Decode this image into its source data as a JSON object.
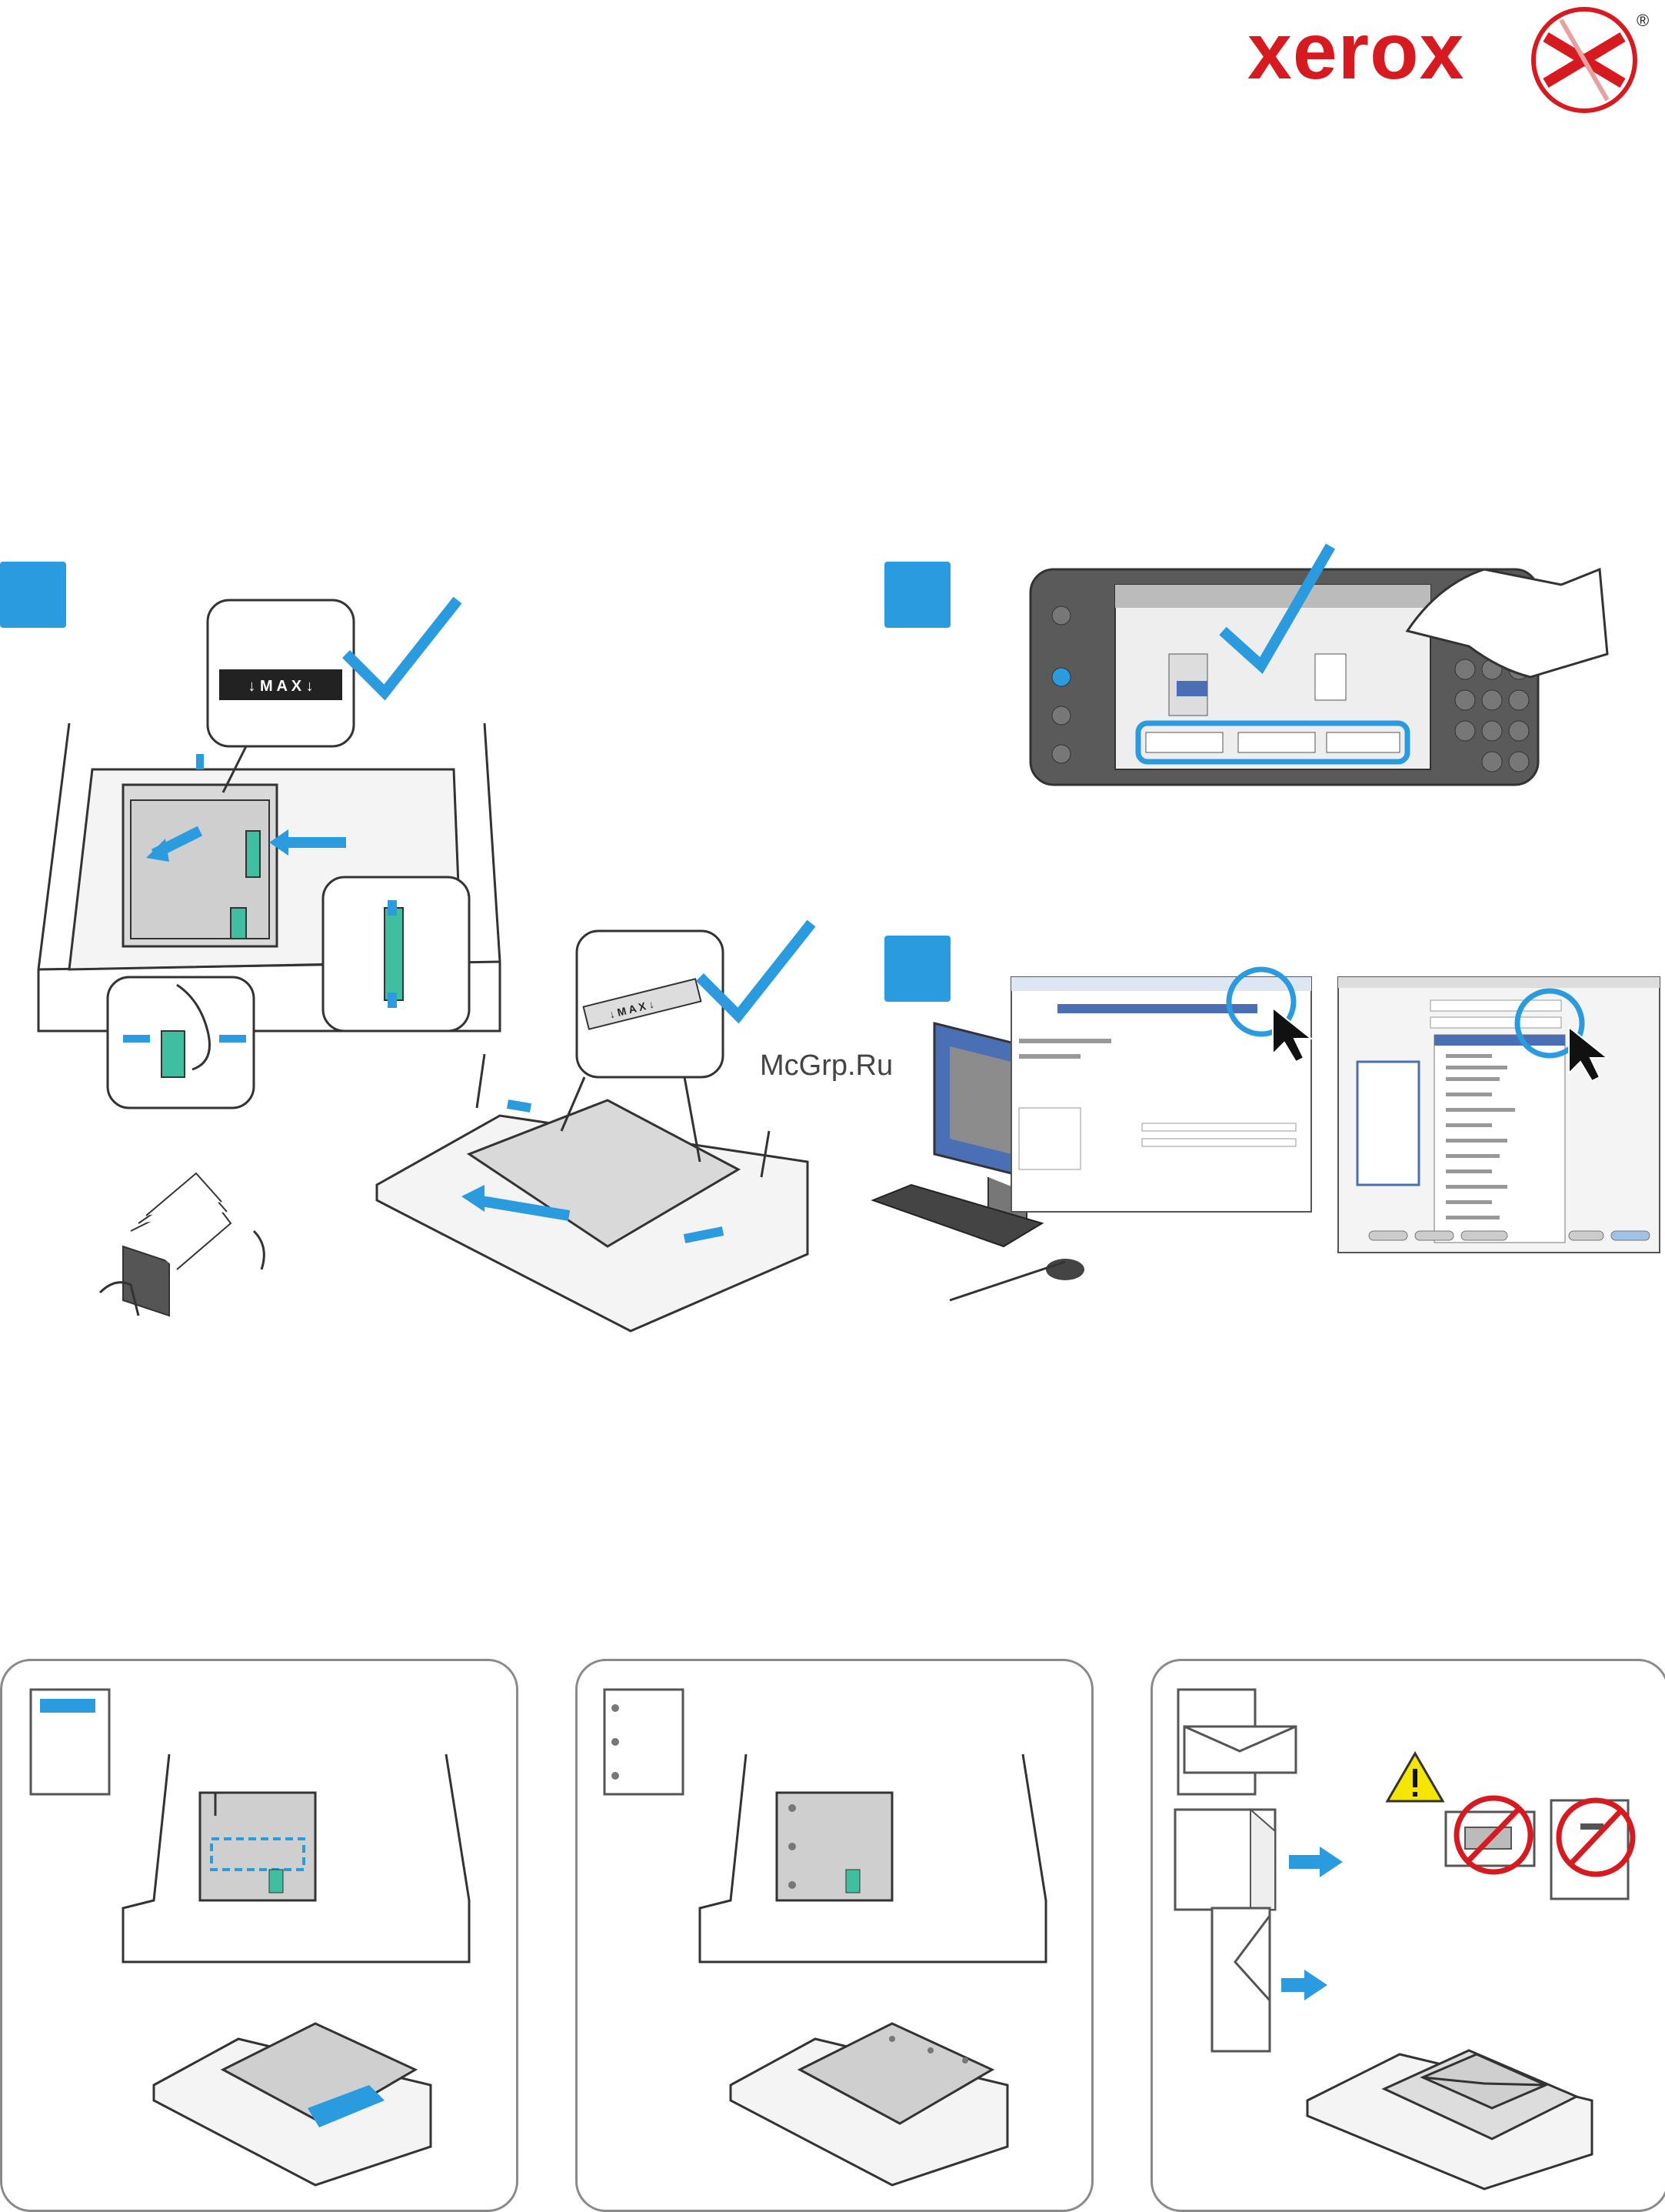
{
  "brand": {
    "name": "xerox",
    "registered_mark": "®",
    "color": "#d71920"
  },
  "accent_color": "#2b9be0",
  "watermark": "McGrp.Ru",
  "step1": {
    "max_label": "↓ M A X ↓",
    "max_label_small": "↓ M A X ↓"
  },
  "steps": [
    {
      "id": "step-1",
      "number": "",
      "topic": "load-paper-tray"
    },
    {
      "id": "step-2",
      "number": "",
      "topic": "confirm-on-control-panel"
    },
    {
      "id": "step-3",
      "number": "",
      "topic": "select-in-print-driver"
    }
  ],
  "paper_types": [
    {
      "id": "letterhead",
      "icon": "letterhead-sheet-icon"
    },
    {
      "id": "prepunched",
      "icon": "punched-sheet-icon"
    },
    {
      "id": "envelope",
      "icon": "envelope-icon"
    }
  ],
  "icons": {
    "check": "checkmark-icon",
    "warning": "warning-triangle-icon",
    "prohibited": "prohibited-icon",
    "cursor": "mouse-pointer-icon"
  }
}
